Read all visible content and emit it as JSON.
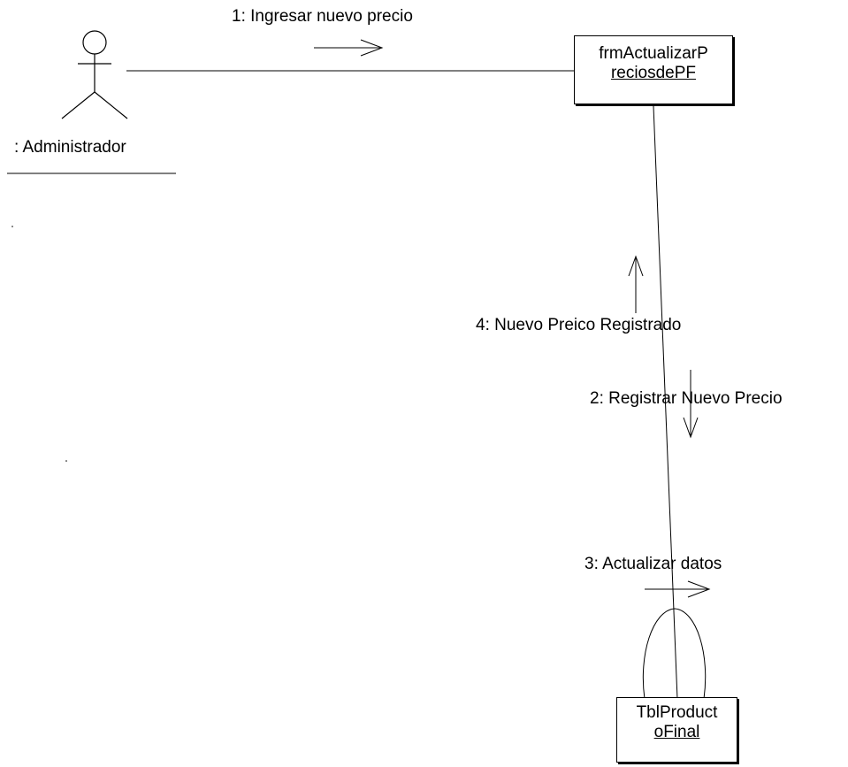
{
  "actor": {
    "name": ": Administrador"
  },
  "objects": {
    "form": {
      "name_line1": "frmActualizarP",
      "name_line2": "reciosdePF"
    },
    "table": {
      "name_line1": "TblProduct",
      "name_line2": "oFinal"
    }
  },
  "messages": [
    {
      "text": "1: Ingresar nuevo precio"
    },
    {
      "text": "2: Registrar Nuevo Precio"
    },
    {
      "text": "3: Actualizar datos"
    },
    {
      "text": "4: Nuevo Preico Registrado"
    }
  ]
}
